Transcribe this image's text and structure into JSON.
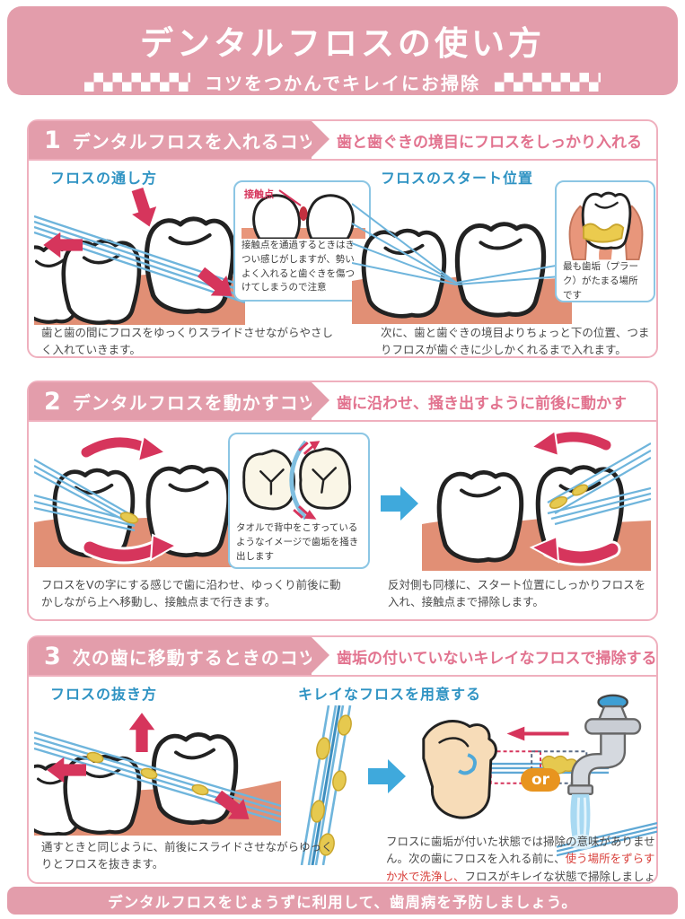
{
  "header": {
    "title": "デンタルフロスの使い方",
    "subtitle": "コツをつかんでキレイにお掃除"
  },
  "sections": [
    {
      "number": "1",
      "title": "デンタルフロスを入れるコツ",
      "banner": "歯と歯ぐきの境目にフロスをしっかり入れる",
      "left": {
        "heading": "フロスの通し方",
        "callout_label": "接触点",
        "callout_text": "接触点を通過するときはきつい感じがしますが、勢いよく入れると歯ぐきを傷つけてしまうので注意",
        "caption": "歯と歯の間にフロスをゆっくりスライドさせながらやさしく入れていきます。"
      },
      "right": {
        "heading": "フロスのスタート位置",
        "callout_text": "最も歯垢（プラーク）がたまる場所です",
        "caption": "次に、歯と歯ぐきの境目よりちょっと下の位置、つまりフロスが歯ぐきに少しかくれるまで入れます。"
      }
    },
    {
      "number": "2",
      "title": "デンタルフロスを動かすコツ",
      "banner": "歯に沿わせ、掻き出すように前後に動かす",
      "center_callout": "タオルで背中をこすっているようなイメージで歯垢を掻き出します",
      "left": {
        "caption": "フロスをVの字にする感じで歯に沿わせ、ゆっくり前後に動かしながら上へ移動し、接触点まで行きます。"
      },
      "right": {
        "caption": "反対側も同様に、スタート位置にしっかりフロスを入れ、接触点まで掃除します。"
      }
    },
    {
      "number": "3",
      "title": "次の歯に移動するときのコツ",
      "banner": "歯垢の付いていないキレイなフロスで掃除する",
      "left": {
        "heading": "フロスの抜き方",
        "caption": "通すときと同じように、前後にスライドさせながらゆっくりとフロスを抜きます。"
      },
      "right": {
        "heading": "キレイなフロスを用意する",
        "or_label": "or",
        "caption_before": "フロスに歯垢が付いた状態では掃除の意味がありません。次の歯にフロスを入れる前に、",
        "caption_red": "使う場所をずらすか水で洗浄し、",
        "caption_after": "フロスがキレイな状態で掃除しましょう。"
      }
    }
  ],
  "footer": {
    "text": "デンタルフロスをじょうずに利用して、歯周病を予防しましょう。"
  },
  "colors": {
    "main_pink": "#E39DAB",
    "banner_pink": "#E2738F",
    "heading_blue": "#2F93C3",
    "gum": "#E18F75",
    "floss_blue": "#6FB5DC",
    "arrow_red": "#D6355C",
    "plaque_yellow": "#E6C94F",
    "or_orange": "#E8941F",
    "warning_red": "#D9413C"
  }
}
